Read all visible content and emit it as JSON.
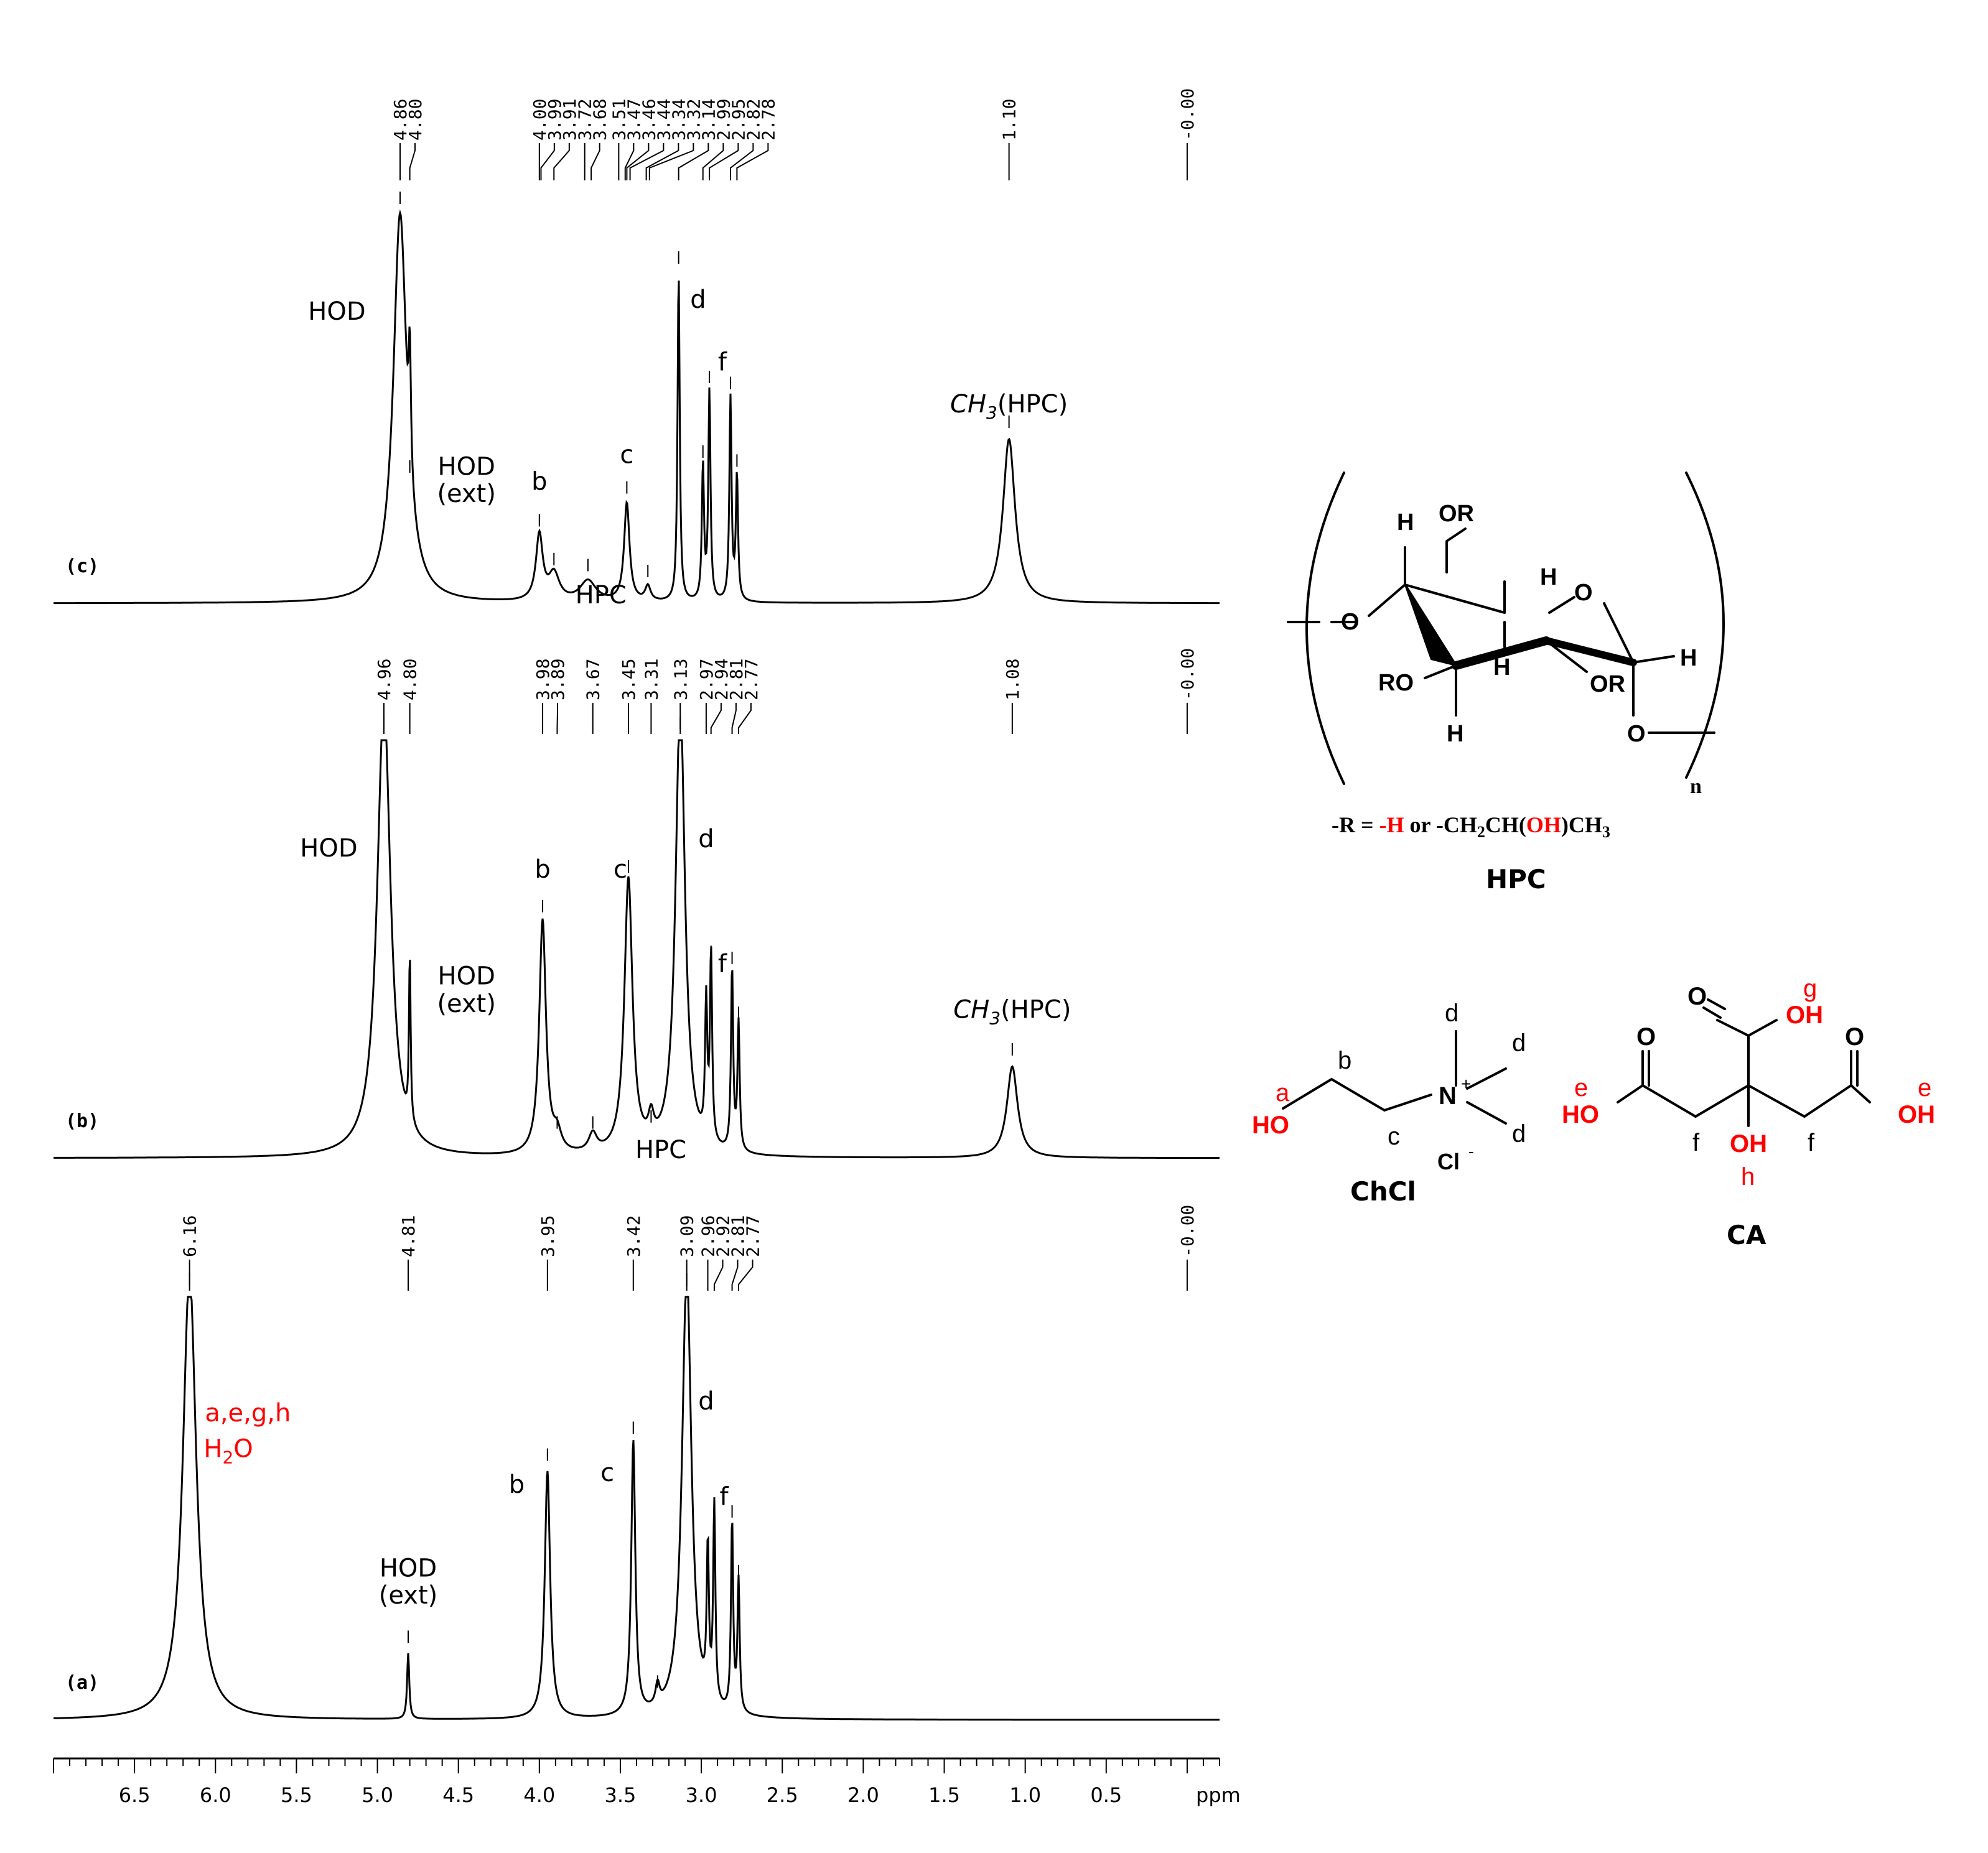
{
  "chart_data": {
    "type": "line",
    "subtype": "nmr-1H-spectrum-stack",
    "xlabel": "ppm",
    "xlim": [
      7.0,
      -0.2
    ],
    "x_reversed": true,
    "x_ticks": [
      "6.5",
      "6.0",
      "5.5",
      "5.0",
      "4.5",
      "4.0",
      "3.5",
      "3.0",
      "2.5",
      "2.0",
      "1.5",
      "1.0",
      "0.5"
    ],
    "grid": false,
    "spectra": [
      {
        "id": "c",
        "label": "(c)",
        "peak_list": [
          "4.86",
          "4.80",
          "4.00",
          "3.99",
          "3.91",
          "3.72",
          "3.68",
          "3.51",
          "3.47",
          "3.46",
          "3.44",
          "3.34",
          "3.32",
          "3.14",
          "2.99",
          "2.95",
          "2.82",
          "2.78",
          "1.10",
          "-0.00"
        ],
        "peaks": [
          {
            "ppm": 4.86,
            "height": 1.3,
            "width": 0.05
          },
          {
            "ppm": 4.8,
            "height": 0.4,
            "width": 0.008
          },
          {
            "ppm": 4.0,
            "height": 0.22,
            "width": 0.025
          },
          {
            "ppm": 3.91,
            "height": 0.09,
            "width": 0.04
          },
          {
            "ppm": 3.7,
            "height": 0.07,
            "width": 0.06
          },
          {
            "ppm": 3.46,
            "height": 0.33,
            "width": 0.02
          },
          {
            "ppm": 3.33,
            "height": 0.05,
            "width": 0.02
          },
          {
            "ppm": 3.14,
            "height": 1.1,
            "width": 0.008
          },
          {
            "ppm": 2.99,
            "height": 0.45,
            "width": 0.008
          },
          {
            "ppm": 2.95,
            "height": 0.7,
            "width": 0.008
          },
          {
            "ppm": 2.82,
            "height": 0.68,
            "width": 0.008
          },
          {
            "ppm": 2.78,
            "height": 0.42,
            "width": 0.008
          },
          {
            "ppm": 1.1,
            "height": 0.55,
            "width": 0.045
          }
        ],
        "annotations": [
          {
            "text": "HOD",
            "ppm": 5.25,
            "level": 0.95
          },
          {
            "text": "HOD",
            "ppm": 4.45,
            "level": 0.43
          },
          {
            "text": "(ext)",
            "ppm": 4.45,
            "level": 0.34
          },
          {
            "text": "b",
            "ppm": 4.0,
            "level": 0.38
          },
          {
            "text": "c",
            "ppm": 3.46,
            "level": 0.47
          },
          {
            "text": "d",
            "ppm": 3.02,
            "level": 0.99
          },
          {
            "text": "f",
            "ppm": 2.87,
            "level": 0.78
          },
          {
            "text": "HPC",
            "ppm": 3.62,
            "level": 0.0
          },
          {
            "text": "CH3(HPC)",
            "ppm": 1.1,
            "level": 0.64
          }
        ]
      },
      {
        "id": "b",
        "label": "(b)",
        "peak_list": [
          "4.96",
          "4.80",
          "3.98",
          "3.89",
          "3.67",
          "3.45",
          "3.31",
          "3.13",
          "2.97",
          "2.94",
          "2.81",
          "2.77",
          "1.08",
          "-0.00"
        ],
        "peaks": [
          {
            "ppm": 4.96,
            "height": 1.5,
            "width": 0.05
          },
          {
            "ppm": 4.8,
            "height": 0.55,
            "width": 0.006
          },
          {
            "ppm": 3.98,
            "height": 0.77,
            "width": 0.025
          },
          {
            "ppm": 3.89,
            "height": 0.06,
            "width": 0.03
          },
          {
            "ppm": 3.67,
            "height": 0.06,
            "width": 0.03
          },
          {
            "ppm": 3.45,
            "height": 0.9,
            "width": 0.03
          },
          {
            "ppm": 3.31,
            "height": 0.08,
            "width": 0.02
          },
          {
            "ppm": 3.13,
            "height": 1.5,
            "width": 0.035
          },
          {
            "ppm": 2.97,
            "height": 0.45,
            "width": 0.008
          },
          {
            "ppm": 2.94,
            "height": 0.62,
            "width": 0.008
          },
          {
            "ppm": 2.81,
            "height": 0.6,
            "width": 0.008
          },
          {
            "ppm": 2.77,
            "height": 0.42,
            "width": 0.008
          },
          {
            "ppm": 1.08,
            "height": 0.3,
            "width": 0.04
          }
        ],
        "annotations": [
          {
            "text": "HOD",
            "ppm": 5.3,
            "level": 0.99
          },
          {
            "text": "HOD",
            "ppm": 4.45,
            "level": 0.57
          },
          {
            "text": "(ext)",
            "ppm": 4.45,
            "level": 0.48
          },
          {
            "text": "b",
            "ppm": 3.98,
            "level": 0.92
          },
          {
            "text": "c",
            "ppm": 3.5,
            "level": 0.92
          },
          {
            "text": "d",
            "ppm": 2.97,
            "level": 1.02
          },
          {
            "text": "f",
            "ppm": 2.87,
            "level": 0.61
          },
          {
            "text": "HPC",
            "ppm": 3.25,
            "level": 0.0
          },
          {
            "text": "CH3(HPC)",
            "ppm": 1.08,
            "level": 0.46
          }
        ]
      },
      {
        "id": "a",
        "label": "(a)",
        "peak_list": [
          "6.16",
          "4.81",
          "3.95",
          "3.42",
          "3.09",
          "2.96",
          "2.92",
          "2.81",
          "2.77",
          "-0.00"
        ],
        "peaks": [
          {
            "ppm": 6.16,
            "height": 1.5,
            "width": 0.05
          },
          {
            "ppm": 4.81,
            "height": 0.22,
            "width": 0.008
          },
          {
            "ppm": 3.95,
            "height": 0.83,
            "width": 0.02
          },
          {
            "ppm": 3.42,
            "height": 0.92,
            "width": 0.015
          },
          {
            "ppm": 3.27,
            "height": 0.07,
            "width": 0.015
          },
          {
            "ppm": 3.09,
            "height": 1.5,
            "width": 0.035
          },
          {
            "ppm": 2.96,
            "height": 0.5,
            "width": 0.008
          },
          {
            "ppm": 2.92,
            "height": 0.66,
            "width": 0.008
          },
          {
            "ppm": 2.81,
            "height": 0.64,
            "width": 0.008
          },
          {
            "ppm": 2.77,
            "height": 0.44,
            "width": 0.008
          }
        ],
        "annotations": [
          {
            "text": "a,e,g,h",
            "ppm": 5.8,
            "level": 1.0,
            "color": "#ff0000"
          },
          {
            "text": "H2O",
            "ppm": 5.92,
            "level": 0.88,
            "color": "#ff0000"
          },
          {
            "text": "HOD",
            "ppm": 4.81,
            "level": 0.48
          },
          {
            "text": "(ext)",
            "ppm": 4.81,
            "level": 0.39
          },
          {
            "text": "b",
            "ppm": 4.14,
            "level": 0.76
          },
          {
            "text": "c",
            "ppm": 3.58,
            "level": 0.8
          },
          {
            "text": "d",
            "ppm": 2.97,
            "level": 1.04
          },
          {
            "text": "f",
            "ppm": 2.86,
            "level": 0.72
          }
        ]
      }
    ]
  },
  "structures": {
    "hpc": {
      "title": "HPC",
      "r_definition": {
        "prefix": "-R = ",
        "h": "-H",
        "or": " or ",
        "chain_a": "-CH",
        "sub2": "2",
        "chain_b": "CH(",
        "oh": "OH",
        "chain_c": ")CH",
        "sub3": "3"
      },
      "labels": {
        "H1": "H",
        "OR1": "OR",
        "H2": "H",
        "O_ring": "O",
        "O_left": "O",
        "RO": "RO",
        "H3": "H",
        "H4": "H",
        "OR2": "OR",
        "H5": "H",
        "O_right": "O",
        "n": "n"
      }
    },
    "chcl": {
      "title": "ChCl",
      "labels": {
        "a": "a",
        "b": "b",
        "c": "c",
        "d": "d",
        "HO": "HO",
        "N": "N",
        "plus": "+",
        "Cl": "Cl",
        "minus": "-"
      }
    },
    "ca": {
      "title": "CA",
      "labels": {
        "g": "g",
        "e": "e",
        "f": "f",
        "h": "h",
        "O": "O",
        "OH": "OH",
        "HO": "HO"
      }
    }
  },
  "colors": {
    "ink": "#000000",
    "highlight": "#ff0000"
  }
}
